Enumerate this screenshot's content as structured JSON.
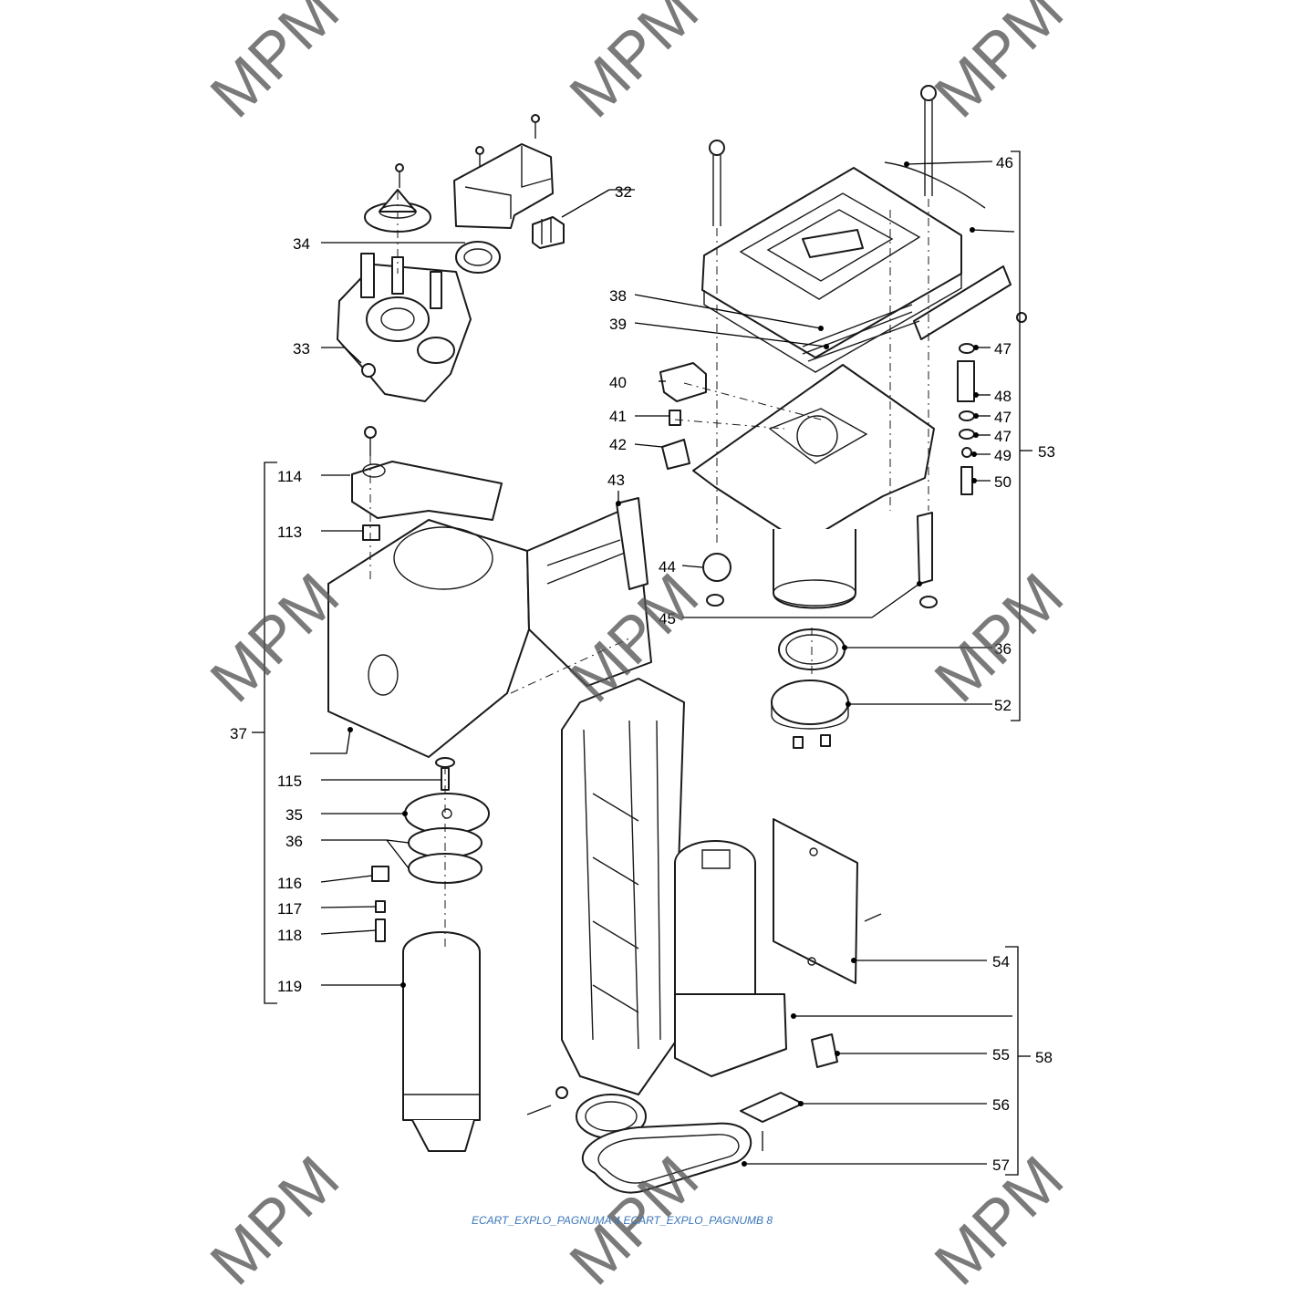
{
  "watermark": "MPM",
  "footer": "ECART_EXPLO_PAGNUMA 4 ECART_EXPLO_PAGNUMB 8",
  "colors": {
    "ink": "#1a1a1a",
    "watermark": "#555555",
    "footer": "#3a76b8"
  },
  "labels": {
    "l32": "32",
    "l34": "34",
    "l33": "33",
    "l46": "46",
    "l38": "38",
    "l39": "39",
    "l47a": "47",
    "l48": "48",
    "l47b": "47",
    "l47c": "47",
    "l49": "49",
    "l50": "50",
    "l53": "53",
    "l40": "40",
    "l41": "41",
    "l42": "42",
    "l43": "43",
    "l44": "44",
    "l45": "45",
    "l114": "114",
    "l113": "113",
    "l37": "37",
    "l115": "115",
    "l35": "35",
    "l36a": "36",
    "l36b": "36",
    "l52": "52",
    "l116": "116",
    "l117": "117",
    "l118": "118",
    "l119": "119",
    "l54": "54",
    "l55": "55",
    "l56": "56",
    "l57": "57",
    "l58": "58"
  }
}
